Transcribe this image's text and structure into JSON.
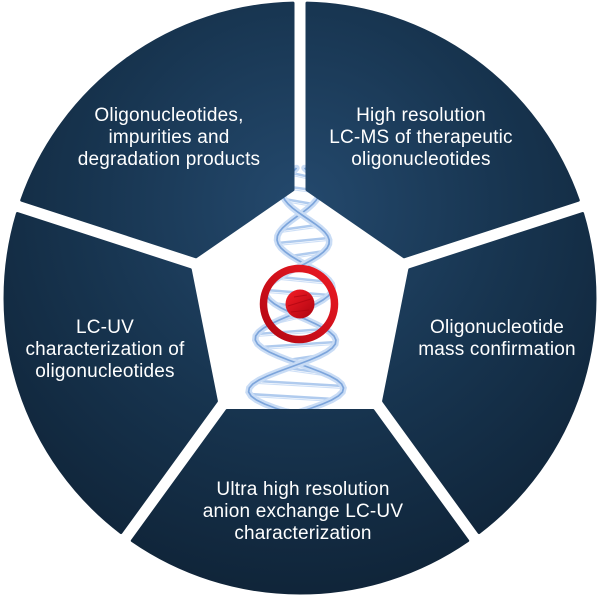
{
  "diagram": {
    "segments": [
      {
        "name": "high-resolution-lc-ms",
        "lines": [
          "High resolution",
          "LC-MS of therapeutic",
          "oligonucleotides"
        ]
      },
      {
        "name": "oligonucleotide-mass-confirmation",
        "lines": [
          "Oligonucleotide",
          "mass confirmation"
        ]
      },
      {
        "name": "ultra-high-resolution-anion-exchange",
        "lines": [
          "Ultra high resolution",
          "anion exchange LC-UV",
          "characterization"
        ]
      },
      {
        "name": "lc-uv-characterization",
        "lines": [
          "LC-UV",
          "characterization of",
          "oligonucleotides"
        ]
      },
      {
        "name": "oligonucleotides-impurities-degradation",
        "lines": [
          "Oligonucleotides,",
          "impurities and",
          "degradation products"
        ]
      }
    ],
    "center_icons": [
      "dna-double-helix",
      "red-bullseye-target"
    ],
    "colors": {
      "background": "#ffffff",
      "segment_gradient_inner": "#24496d",
      "segment_gradient_mid": "#17344f",
      "segment_gradient_outer": "#0e2134",
      "label_text": "#ffffff",
      "target_red": "#e30613",
      "target_red_light": "#ef1b24",
      "target_red_dark": "#b00511",
      "helix_light": "#c5daf5",
      "helix_mid": "#9bbde9",
      "helix_deep": "#5d8ed2"
    }
  }
}
